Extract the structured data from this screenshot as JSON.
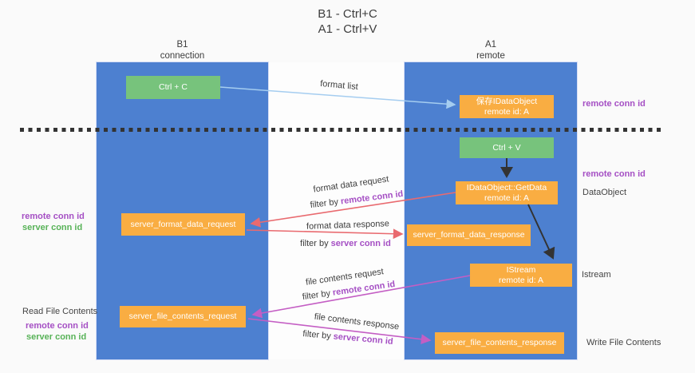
{
  "title": {
    "line1": "B1 - Ctrl+C",
    "line2": "A1 - Ctrl+V"
  },
  "columns": {
    "left": {
      "header_line1": "B1",
      "header_line2": "connection"
    },
    "right": {
      "header_line1": "A1",
      "header_line2": "remote"
    }
  },
  "boxes": {
    "ctrl_c": {
      "label": "Ctrl + C"
    },
    "ctrl_v": {
      "label": "Ctrl + V"
    },
    "save_idataobject": {
      "line1": "保存IDataObject",
      "line2": "remote id: A"
    },
    "idataobject_getdata": {
      "line1": "IDataObject::GetData",
      "line2": "remote id: A"
    },
    "istream": {
      "line1": "IStream",
      "line2": "remote id: A"
    },
    "server_format_data_request": {
      "label": "server_format_data_request"
    },
    "server_format_data_response": {
      "label": "server_format_data_response"
    },
    "server_file_contents_request": {
      "label": "server_file_contents_request"
    },
    "server_file_contents_response": {
      "label": "server_file_contents_response"
    }
  },
  "flow_labels": {
    "format_list": "format list",
    "format_data_request": "format data request",
    "format_data_response": "format data response",
    "file_contents_request": "file contents request",
    "file_contents_response": "file contents response",
    "filter_by": "filter by",
    "remote_conn_id": "remote conn id",
    "server_conn_id": "server conn id"
  },
  "side_labels": {
    "remote_conn_id": "remote conn id",
    "server_conn_id": "server conn id",
    "dataobject": "DataObject",
    "istream": "Istream",
    "read_file_contents": "Read File Contents",
    "write_file_contents": "Write File Contents"
  },
  "colors": {
    "column_blue": "#4d80d0",
    "box_green": "#77c37c",
    "box_orange": "#f9ad42",
    "conn_id_purple": "#a54fc4",
    "conn_id_green": "#57b257",
    "arrow_red": "#e96a6f",
    "arrow_magenta": "#c45ec4",
    "arrow_lightblue": "#a5cdf0",
    "arrow_black": "#333333",
    "background": "#fafafa"
  }
}
